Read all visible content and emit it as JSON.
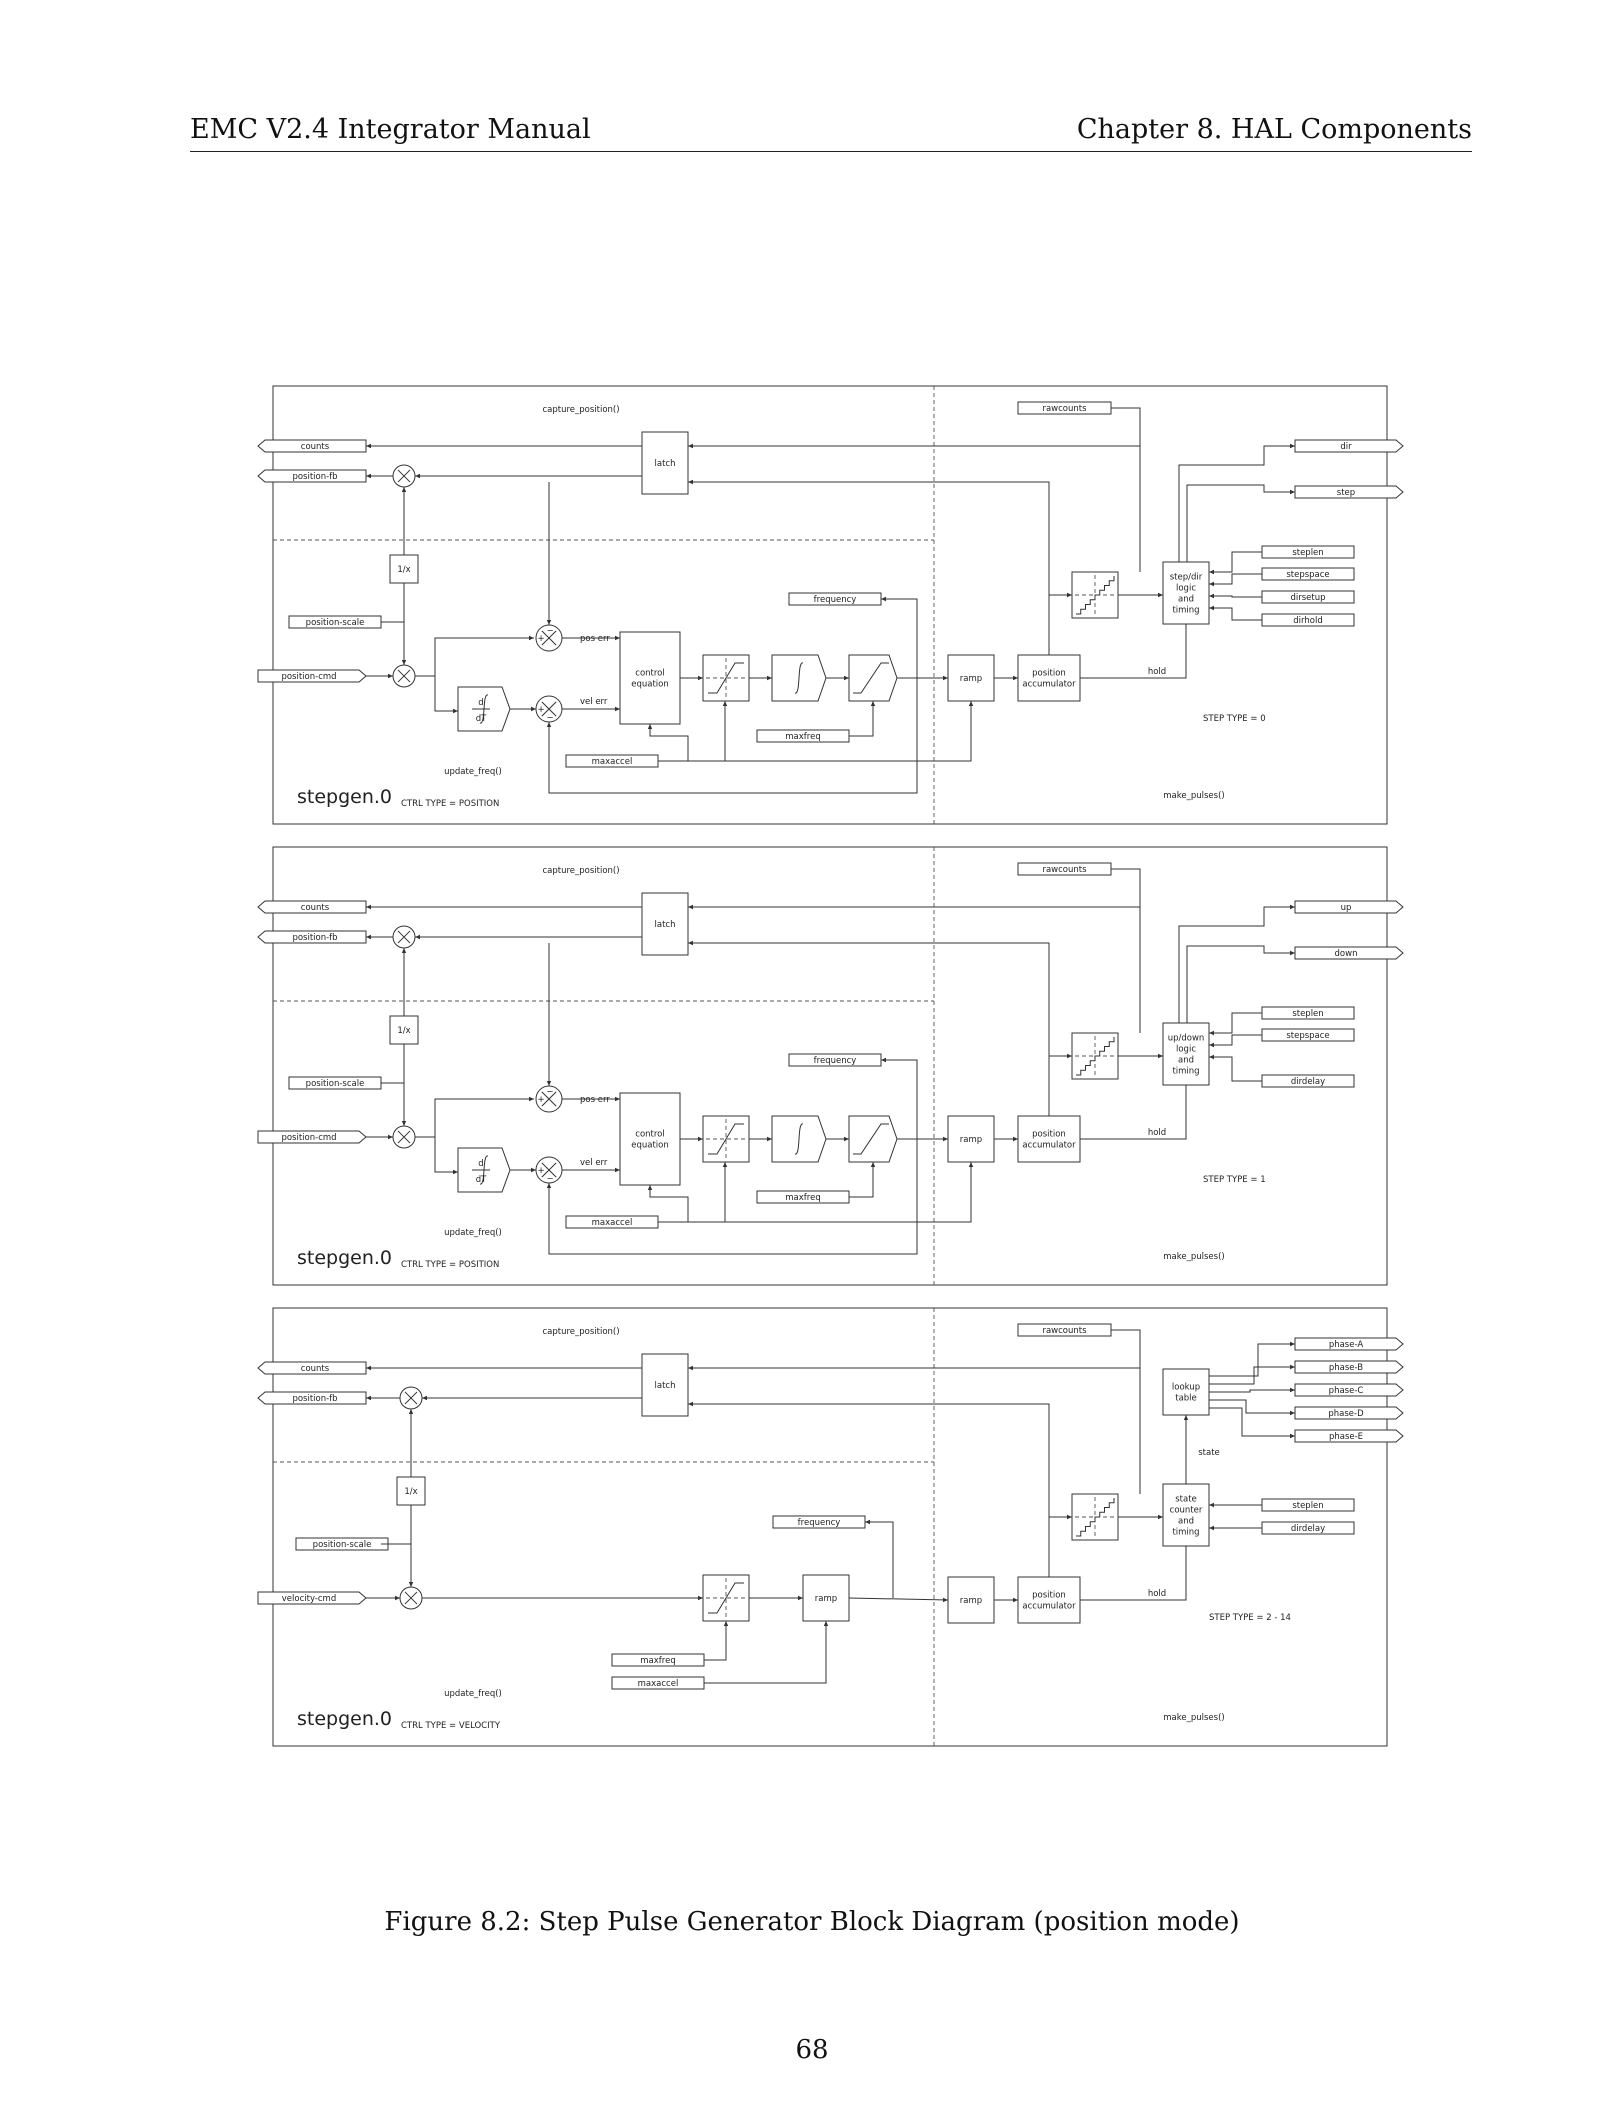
{
  "header": {
    "left": "EMC V2.4 Integrator Manual",
    "right": "Chapter 8. HAL Components"
  },
  "caption": "Figure 8.2: Step Pulse Generator Block Diagram (position mode)",
  "page_number": "68",
  "panels": [
    {
      "title": "stepgen.0",
      "ctrl_type": "CTRL TYPE = POSITION",
      "step_type": "STEP TYPE = 0",
      "capture": "capture_position()",
      "update": "update_freq()",
      "make": "make_pulses()",
      "pins_left": [
        "counts",
        "position-fb",
        "position-scale",
        "position-cmd"
      ],
      "labels": {
        "rawcounts": "rawcounts",
        "latch": "latch",
        "recip": "1/x",
        "pos_err": "pos err",
        "vel_err": "vel err",
        "control1": "control",
        "control2": "equation",
        "frequency": "frequency",
        "maxfreq": "maxfreq",
        "maxaccel": "maxaccel",
        "ramp": "ramp",
        "acc1": "position",
        "acc2": "accumulator",
        "hold": "hold",
        "d": "d",
        "dT": "dT"
      },
      "logic": [
        "step/dir",
        "logic",
        "and",
        "timing"
      ],
      "outputs": [
        "dir",
        "step"
      ],
      "params": [
        "steplen",
        "stepspace",
        "dirsetup",
        "dirhold"
      ]
    },
    {
      "title": "stepgen.0",
      "ctrl_type": "CTRL TYPE = POSITION",
      "step_type": "STEP TYPE = 1",
      "capture": "capture_position()",
      "update": "update_freq()",
      "make": "make_pulses()",
      "pins_left": [
        "counts",
        "position-fb",
        "position-scale",
        "position-cmd"
      ],
      "labels": {
        "rawcounts": "rawcounts",
        "latch": "latch",
        "recip": "1/x",
        "pos_err": "pos err",
        "vel_err": "vel err",
        "control1": "control",
        "control2": "equation",
        "frequency": "frequency",
        "maxfreq": "maxfreq",
        "maxaccel": "maxaccel",
        "ramp": "ramp",
        "acc1": "position",
        "acc2": "accumulator",
        "hold": "hold",
        "d": "d",
        "dT": "dT"
      },
      "logic": [
        "up/down",
        "logic",
        "and",
        "timing"
      ],
      "outputs": [
        "up",
        "down"
      ],
      "params": [
        "steplen",
        "stepspace",
        "dirdelay"
      ]
    },
    {
      "title": "stepgen.0",
      "ctrl_type": "CTRL TYPE = VELOCITY",
      "step_type": "STEP TYPE = 2 - 14",
      "capture": "capture_position()",
      "update": "update_freq()",
      "make": "make_pulses()",
      "pins_left": [
        "counts",
        "position-fb",
        "position-scale",
        "velocity-cmd"
      ],
      "labels": {
        "rawcounts": "rawcounts",
        "latch": "latch",
        "recip": "1/x",
        "frequency": "frequency",
        "maxfreq": "maxfreq",
        "maxaccel": "maxaccel",
        "ramp": "ramp",
        "acc1": "position",
        "acc2": "accumulator",
        "hold": "hold",
        "state": "state"
      },
      "lookup": [
        "lookup",
        "table"
      ],
      "logic": [
        "state",
        "counter",
        "and",
        "timing"
      ],
      "outputs": [
        "phase-A",
        "phase-B",
        "phase-C",
        "phase-D",
        "phase-E"
      ],
      "params": [
        "steplen",
        "dirdelay"
      ]
    }
  ]
}
